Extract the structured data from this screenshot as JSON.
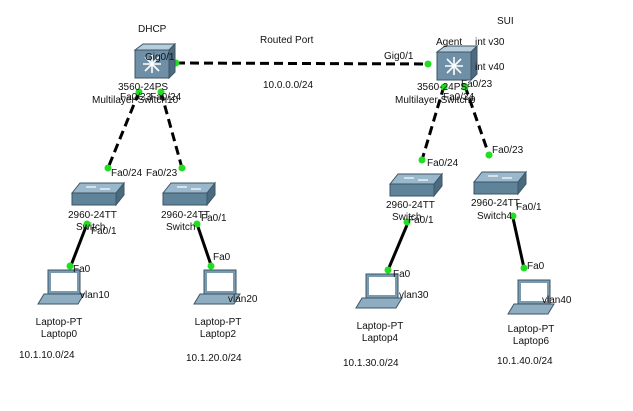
{
  "annotations": {
    "dhcp": "DHCP",
    "routed_port": "Routed Port",
    "routed_subnet": "10.0.0.0/24",
    "sui": "SUI",
    "agent": "Agent",
    "int_v30": "int v30",
    "int_v40": "int v40"
  },
  "devices": {
    "mls10": {
      "model": "3560-24PS",
      "name": "Multilayer Switch10"
    },
    "mls9": {
      "model": "3560-24PS",
      "name": "Multilayer Switch9"
    },
    "sw_left1": {
      "model": "2960-24TT",
      "name": "Switch"
    },
    "sw_left2": {
      "model": "2960-24TT",
      "name": "Switch"
    },
    "sw_right1": {
      "model": "2960-24TT",
      "name": "Switch"
    },
    "sw_right2": {
      "model": "2960-24TT",
      "name": "Switch4"
    },
    "laptop0": {
      "type": "Laptop-PT",
      "name": "Laptop0",
      "vlan": "vlan10",
      "subnet": "10.1.10.0/24"
    },
    "laptop2": {
      "type": "Laptop-PT",
      "name": "Laptop2",
      "vlan": "vlan20",
      "subnet": "10.1.20.0/24"
    },
    "laptop4": {
      "type": "Laptop-PT",
      "name": "Laptop4",
      "vlan": "vlan30",
      "subnet": "10.1.30.0/24"
    },
    "laptop6": {
      "type": "Laptop-PT",
      "name": "Laptop6",
      "vlan": "vlan40",
      "subnet": "10.1.40.0/24"
    }
  },
  "ports": {
    "mls10_gig": "Gig0/1",
    "mls10_fa23": "Fa0/23",
    "mls10_fa24": "Fa0/24",
    "mls9_gig": "Gig0/1",
    "mls9_fa23": "Fa0/23",
    "mls9_fa24": "Fa0/24",
    "swl1_fa24": "Fa0/24",
    "swl1_fa1": "Fa0/1",
    "swl2_fa23": "Fa0/23",
    "swl2_fa1": "Fa0/1",
    "swr1_fa24": "Fa0/24",
    "swr1_fa1": "Fa0/1",
    "swr2_fa23": "Fa0/23",
    "swr2_fa1": "Fa0/1",
    "lap0_fa0": "Fa0",
    "lap2_fa0": "Fa0",
    "lap4_fa0": "Fa0",
    "lap6_fa0": "Fa0"
  },
  "colors": {
    "link": "#000000",
    "link_up_dot": "#22dd22",
    "mls_body": "#6e8fa6",
    "mls_face": "#9bb6c9",
    "switch_body": "#5f8399",
    "switch_top": "#9ab8cb",
    "laptop_body": "#7a9ab0",
    "laptop_screen": "#ffffff"
  },
  "icons": {
    "multilayer_switch": "multilayer-switch-icon",
    "switch": "switch-icon",
    "laptop": "laptop-icon"
  }
}
